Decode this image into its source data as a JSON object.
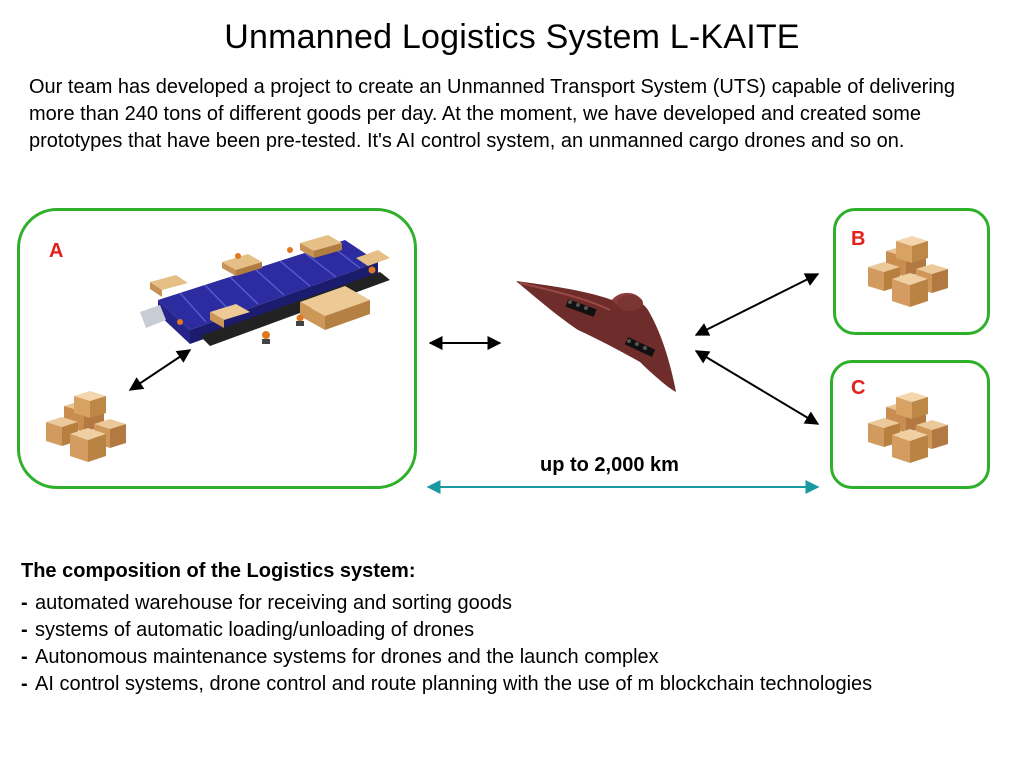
{
  "title": "Unmanned Logistics System L-KAITE",
  "intro": "Our team has developed a project to create an Unmanned Transport System (UTS) capable of delivering more than 240 tons of different goods per day. At the moment, we have developed and created some prototypes that have been pre-tested. It's AI control system, an unmanned cargo drones and so on.",
  "diagram": {
    "nodes": {
      "a": "A",
      "b": "B",
      "c": "C"
    },
    "distance_label": "up to 2,000 km",
    "colors": {
      "box_border": "#2fb02b",
      "node_label": "#e4201b",
      "distance_arrow": "#1a9aa0",
      "arrow": "#000000",
      "drone": "#6b2a2a",
      "warehouse": "#3a3aa8",
      "cargo": "#d4a46a"
    }
  },
  "composition": {
    "heading": "The composition of the Logistics system:",
    "bullet": "-",
    "items": [
      "automated warehouse for receiving and sorting goods",
      "systems of automatic loading/unloading of drones",
      "Autonomous maintenance systems for drones and the launch complex",
      "AI control systems, drone control and route planning with the use of m blockchain technologies"
    ]
  }
}
